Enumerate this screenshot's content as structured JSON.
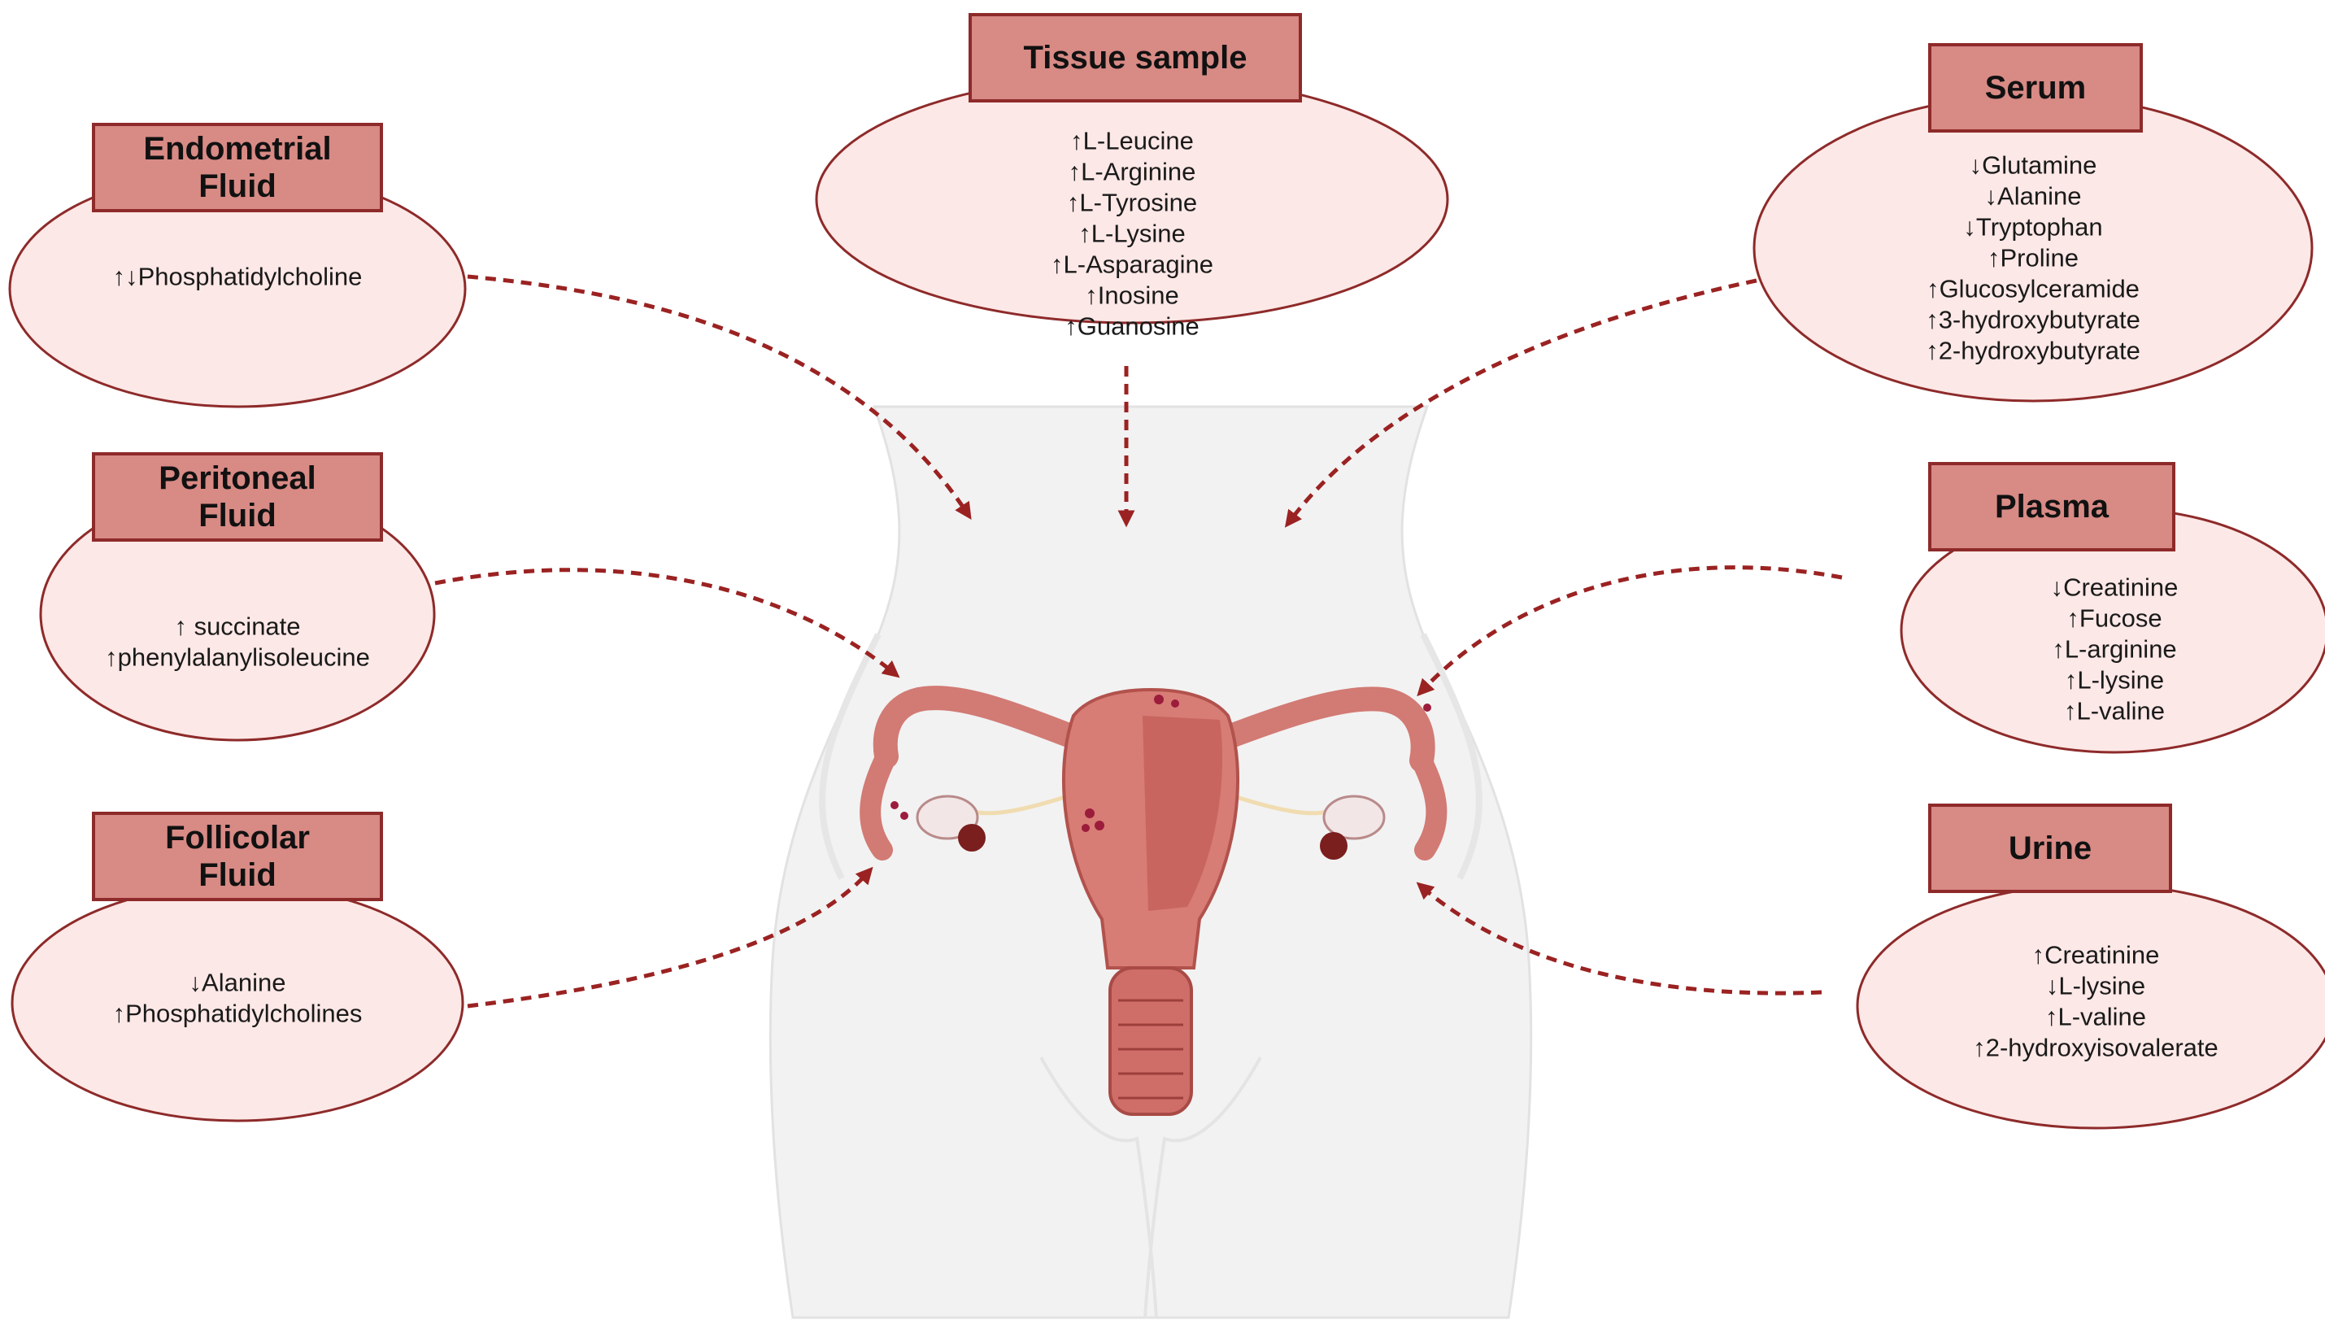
{
  "colors": {
    "label_fill": "#d88a85",
    "label_stroke": "#8e2a2a",
    "ellipse_fill": "#fce8e6",
    "arrow": "#9b2222",
    "body_fill": "#f2f2f2",
    "uterus": "#d87c76"
  },
  "icons": [
    "uterus-illustration",
    "female-torso-silhouette"
  ],
  "sources": {
    "endometrial": {
      "label": [
        "Endometrial",
        "Fluid"
      ],
      "items": [
        "↑↓Phosphatidylcholine"
      ]
    },
    "peritoneal": {
      "label": [
        "Peritoneal",
        "Fluid"
      ],
      "items": [
        "↑ succinate",
        "↑phenylalanylisoleucine"
      ]
    },
    "follicular": {
      "label": [
        "Follicolar",
        "Fluid"
      ],
      "items": [
        "↓Alanine",
        "↑Phosphatidylcholines"
      ]
    },
    "tissue": {
      "label": [
        "Tissue sample"
      ],
      "items": [
        "↑L-Leucine",
        "↑L-Arginine",
        "↑L-Tyrosine",
        "↑L-Lysine",
        "↑L-Asparagine",
        "↑Inosine",
        "↑Guanosine"
      ]
    },
    "serum": {
      "label": [
        "Serum"
      ],
      "items": [
        "↓Glutamine",
        "↓Alanine",
        "↓Tryptophan",
        "↑Proline",
        "↑Glucosylceramide",
        "↑3-hydroxybutyrate",
        "↑2-hydroxybutyrate"
      ]
    },
    "plasma": {
      "label": [
        "Plasma"
      ],
      "items": [
        "↓Creatinine",
        "↑Fucose",
        "↑L-arginine",
        "↑L-lysine",
        "↑L-valine"
      ]
    },
    "urine": {
      "label": [
        "Urine"
      ],
      "items": [
        "↑Creatinine",
        "↓L-lysine",
        "↑L-valine",
        "↑2-hydroxyisovalerate"
      ]
    }
  }
}
